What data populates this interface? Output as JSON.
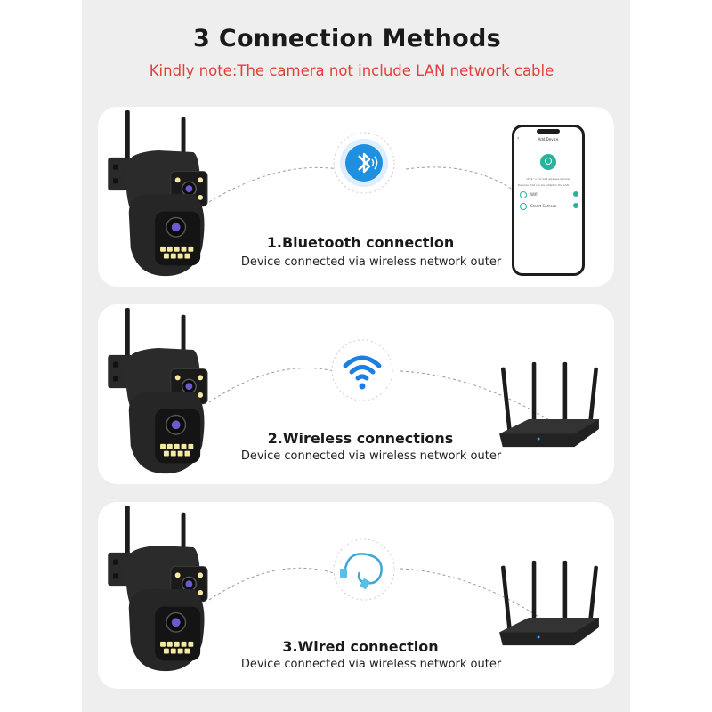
{
  "title": "3 Connection Methods",
  "note": "Kindly note:The camera not include LAN network cable",
  "methods": [
    {
      "title": "1.Bluetooth connection",
      "desc": "Device connected via wireless network outer",
      "icon": "bluetooth-icon"
    },
    {
      "title": "2.Wireless connections",
      "desc": "Device connected via wireless network outer",
      "icon": "wifi-icon"
    },
    {
      "title": "3.Wired connection",
      "desc": "Device connected via wireless network outer",
      "icon": "lan-cable-icon"
    }
  ],
  "phone": {
    "header": "Add Device",
    "hint": "Click \"+\" to add wireless devices",
    "sub": "Devices that can be added in the LAN",
    "rows": [
      "Wifi",
      "Smart Camera"
    ]
  },
  "colors": {
    "note": "#e2403a",
    "bluetooth": "#1f8fe0",
    "wifi": "#1f7fe0",
    "cable": "#3aa8d8",
    "panel": "#eeeeee"
  }
}
